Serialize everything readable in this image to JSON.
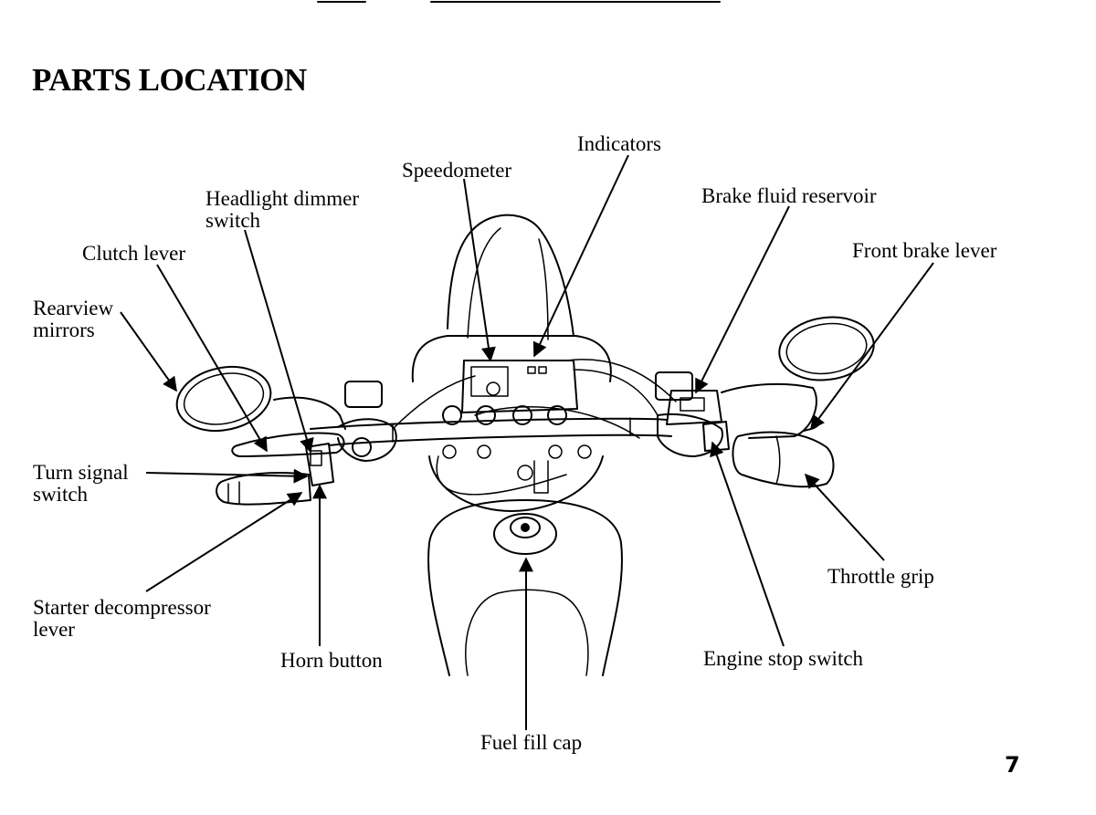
{
  "page": {
    "title": "PARTS LOCATION",
    "page_number": "7"
  },
  "labels": {
    "indicators": "Indicators",
    "speedometer": "Speedometer",
    "headlight_dimmer_switch": [
      "Headlight dimmer",
      "switch"
    ],
    "brake_fluid_reservoir": "Brake fluid reservoir",
    "clutch_lever": "Clutch lever",
    "front_brake_lever": "Front brake lever",
    "rearview_mirrors": [
      "Rearview",
      "mirrors"
    ],
    "turn_signal_switch": [
      "Turn signal",
      "switch"
    ],
    "starter_decompressor_lever": [
      "Starter decompressor",
      "lever"
    ],
    "horn_button": "Horn button",
    "fuel_fill_cap": "Fuel fill cap",
    "throttle_grip": "Throttle grip",
    "engine_stop_switch": "Engine stop switch"
  }
}
